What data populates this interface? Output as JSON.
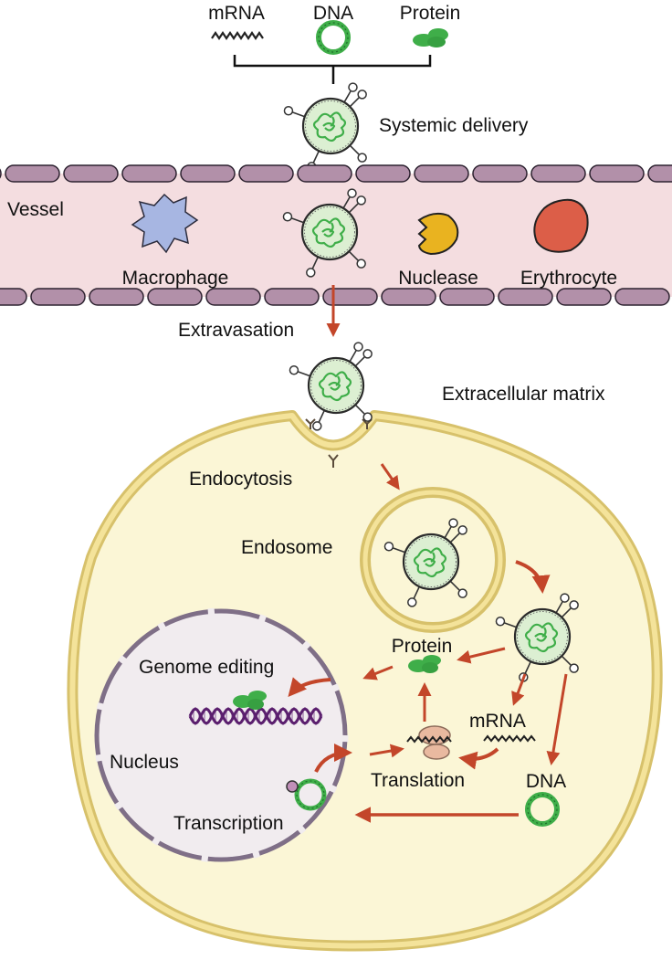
{
  "cargo": {
    "mrna": "mRNA",
    "dna": "DNA",
    "protein": "Protein"
  },
  "labels": {
    "systemic_delivery": "Systemic delivery",
    "vessel": "Vessel",
    "macrophage": "Macrophage",
    "nuclease": "Nuclease",
    "erythrocyte": "Erythrocyte",
    "extravasation": "Extravasation",
    "extracellular_matrix": "Extracellular matrix",
    "endocytosis": "Endocytosis",
    "endosome": "Endosome",
    "protein": "Protein",
    "genome_editing": "Genome editing",
    "mrna": "mRNA",
    "nucleus": "Nucleus",
    "translation": "Translation",
    "dna": "DNA",
    "transcription": "Transcription"
  },
  "colors": {
    "vessel_fill": "#f4dde0",
    "vessel_cell": "#b290a9",
    "cell_fill": "#fbf6d6",
    "cell_membrane": "#ecd77c",
    "nucleus_fill": "#f1ecef",
    "nanoparticle_fill": "#dcefd2",
    "cargo_green": "#3fae49",
    "arrow": "#c3462a",
    "macrophage": "#a7b6e2",
    "nuclease": "#e9b320",
    "erythrocyte": "#dc5e48",
    "dna_helix": "#5b1f6e",
    "ribosome": "#e9b9a0"
  },
  "icons": {
    "nanoparticle": "lipid-nanoparticle-icon",
    "macrophage": "macrophage-icon",
    "nuclease": "nuclease-icon",
    "erythrocyte": "erythrocyte-icon",
    "ribosome": "ribosome-icon",
    "dna_helix": "dna-double-helix-icon",
    "plasmid": "plasmid-dna-icon",
    "protein": "protein-icon",
    "mrna": "mrna-strand-icon"
  }
}
